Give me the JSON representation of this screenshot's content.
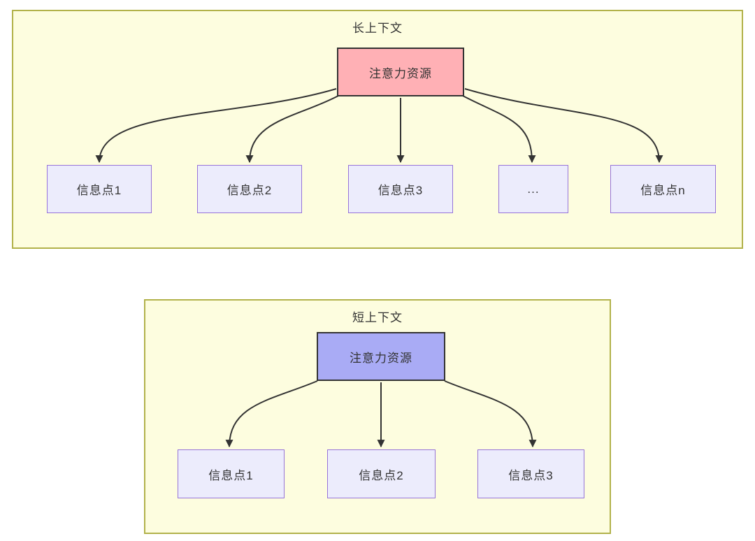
{
  "diagrams": [
    {
      "title": "长上下文",
      "attention": {
        "label": "注意力资源",
        "fill": "#ffb0b5"
      },
      "nodes": [
        {
          "label": "信息点1"
        },
        {
          "label": "信息点2"
        },
        {
          "label": "信息点3"
        },
        {
          "label": "..."
        },
        {
          "label": "信息点n"
        }
      ]
    },
    {
      "title": "短上下文",
      "attention": {
        "label": "注意力资源",
        "fill": "#a9abf5"
      },
      "nodes": [
        {
          "label": "信息点1"
        },
        {
          "label": "信息点2"
        },
        {
          "label": "信息点3"
        }
      ]
    }
  ],
  "colors": {
    "panel_fill": "#fdfddf",
    "panel_border": "#b2b24a",
    "attention_long_fill": "#ffb0b5",
    "attention_short_fill": "#a9abf5",
    "attention_border": "#333333",
    "node_fill": "#ececfc",
    "node_border": "#9673d9",
    "arrow": "#333333"
  }
}
